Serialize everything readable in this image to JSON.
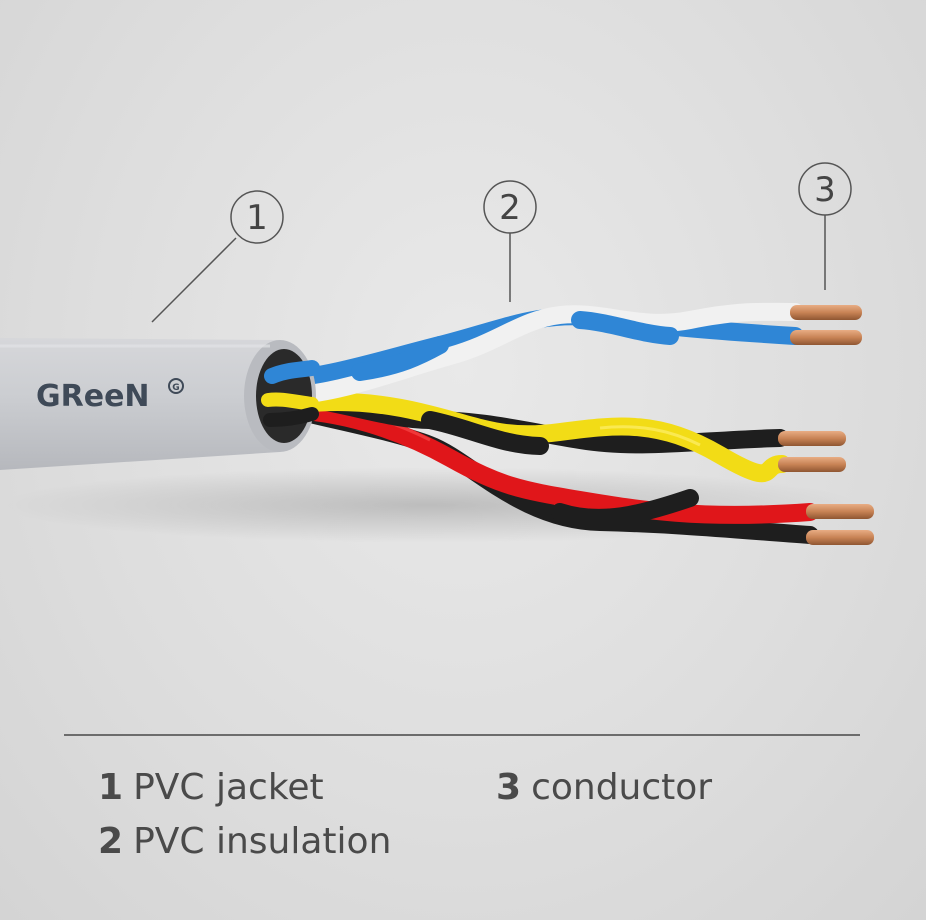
{
  "brand": {
    "name": "GReeN",
    "mark": "G"
  },
  "callouts": [
    {
      "number": "1"
    },
    {
      "number": "2"
    },
    {
      "number": "3"
    }
  ],
  "legend": [
    {
      "number": "1",
      "text": "PVC jacket"
    },
    {
      "number": "2",
      "text": "PVC insulation"
    },
    {
      "number": "3",
      "text": "conductor"
    }
  ],
  "colors": {
    "jacket": "#c9cbcf",
    "blue_wire": "#2f86d6",
    "white_wire": "#f1f1f1",
    "yellow_wire": "#f2dc16",
    "black_wire": "#1e1e1e",
    "red_wire": "#e0161a",
    "copper": "#c88355"
  }
}
